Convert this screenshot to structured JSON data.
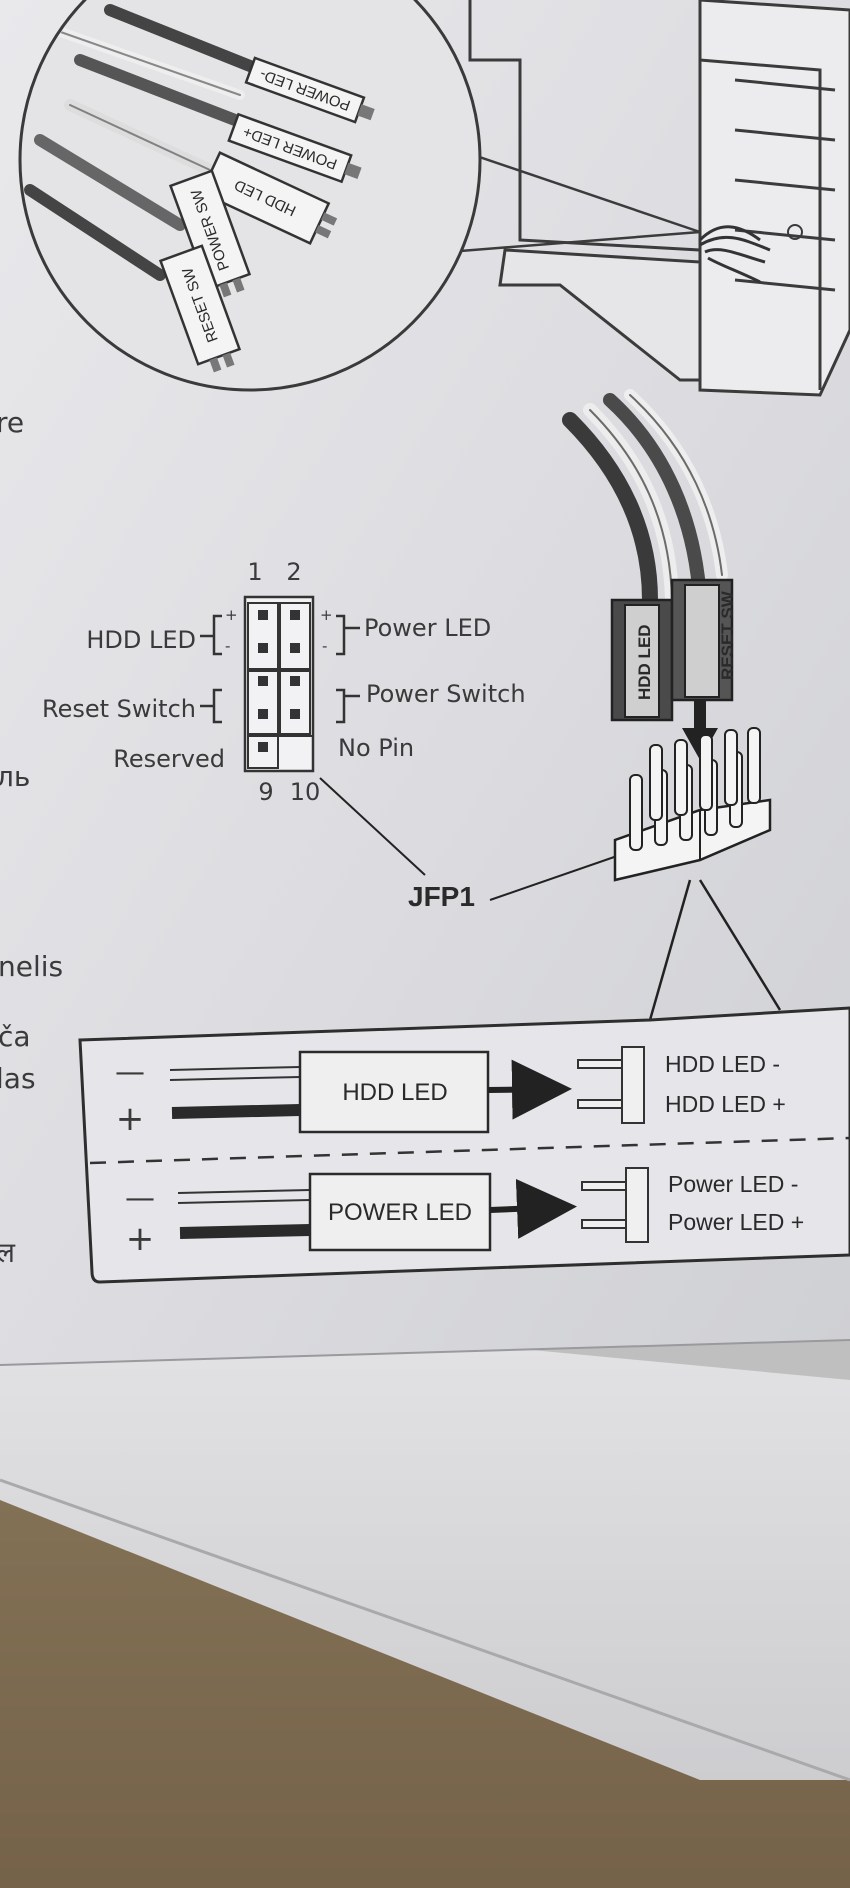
{
  "connector_pins": {
    "power_led_minus": "POWER LED-",
    "power_led_plus": "POWER LED+",
    "hdd_led": "HDD LED",
    "power_sw": "POWER SW",
    "reset_sw": "RESET SW"
  },
  "side_text": {
    "fragment_1": "re",
    "fragment_2": "ль",
    "fragment_3": "nelis",
    "fragment_4": "ča",
    "fragment_5": "las",
    "fragment_6": "ल"
  },
  "header_diagram": {
    "pin_numbers_top": [
      "1",
      "2"
    ],
    "pin_numbers_bottom": [
      "9",
      "10"
    ],
    "plus_sign": "+",
    "minus_sign": "-",
    "left_labels": [
      "HDD LED",
      "Reset Switch",
      "Reserved"
    ],
    "right_labels": [
      "Power LED",
      "Power Switch",
      "No Pin"
    ],
    "header_name": "JFP1"
  },
  "connector_plug": {
    "hdd_led": "HDD LED",
    "reset_sw": "RESET SW"
  },
  "polarity_box": {
    "minus": "—",
    "plus": "+",
    "hdd_led": {
      "box_label": "HDD LED",
      "pin_minus": "HDD LED -",
      "pin_plus": "HDD LED +"
    },
    "power_led": {
      "box_label": "POWER LED",
      "pin_minus": "Power LED -",
      "pin_plus": "Power LED +"
    }
  }
}
